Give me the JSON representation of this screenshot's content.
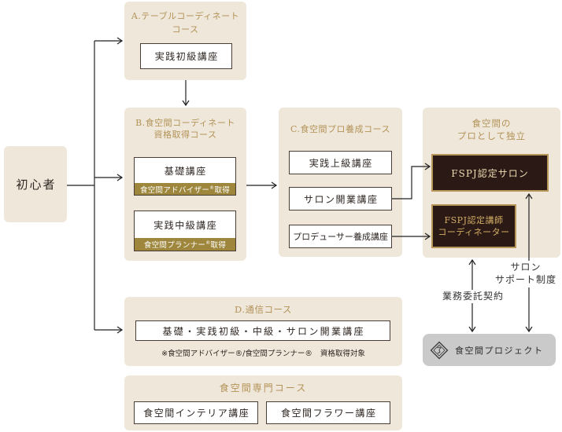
{
  "start": {
    "label": "初心者"
  },
  "course_a": {
    "title_line1": "A.テーブルコーディネート",
    "title_line2": "コース",
    "items": [
      {
        "label": "実践初級講座"
      }
    ]
  },
  "course_b": {
    "title_line1": "B.食空間コーディネート",
    "title_line2": "資格取得コース",
    "items": [
      {
        "label": "基礎講座",
        "badge": {
          "text": "食空間アドバイザー",
          "mark": "®",
          "suffix": "取得"
        }
      },
      {
        "label": "実践中級講座",
        "badge": {
          "text": "食空間プランナー",
          "mark": "®",
          "suffix": "取得"
        }
      }
    ]
  },
  "course_c": {
    "title": "C.食空間プロ養成コース",
    "items": [
      {
        "label": "実践上級講座"
      },
      {
        "label": "サロン開業講座"
      },
      {
        "label": "プロデューサー養成講座"
      }
    ]
  },
  "independence": {
    "title_line1": "食空間の",
    "title_line2": "プロとして独立",
    "salon": {
      "label": "FSPJ認定サロン"
    },
    "instructor": {
      "line1": "FSPJ認定講師",
      "line2": "コーディネーター"
    }
  },
  "course_d": {
    "title": "D.通信コース",
    "item": {
      "label": "基礎・実践初級・中級・サロン開業講座"
    },
    "note_main": "※食空間アドバイザー®/食空間プランナー®",
    "note_suffix": "資格取得対象"
  },
  "specialty": {
    "title": "食空間専門コース",
    "items": [
      {
        "label": "食空間インテリア講座"
      },
      {
        "label": "食空間フラワー講座"
      }
    ]
  },
  "project": {
    "label": "食空間プロジェクト",
    "icon": "fspj-logo-icon"
  },
  "relations": {
    "contract_label": "業務委託契約",
    "support_label_line1": "サロン",
    "support_label_line2": "サポート制度"
  },
  "colors": {
    "panel": "#efe8da",
    "title": "#b39258",
    "badge": "#9e873d",
    "dark": "#2a1915",
    "dark_border": "#b8975a",
    "dark_text": "#efdcb2",
    "gold_text": "#d3ad64",
    "project": "#cacaca",
    "line": "#222222"
  }
}
